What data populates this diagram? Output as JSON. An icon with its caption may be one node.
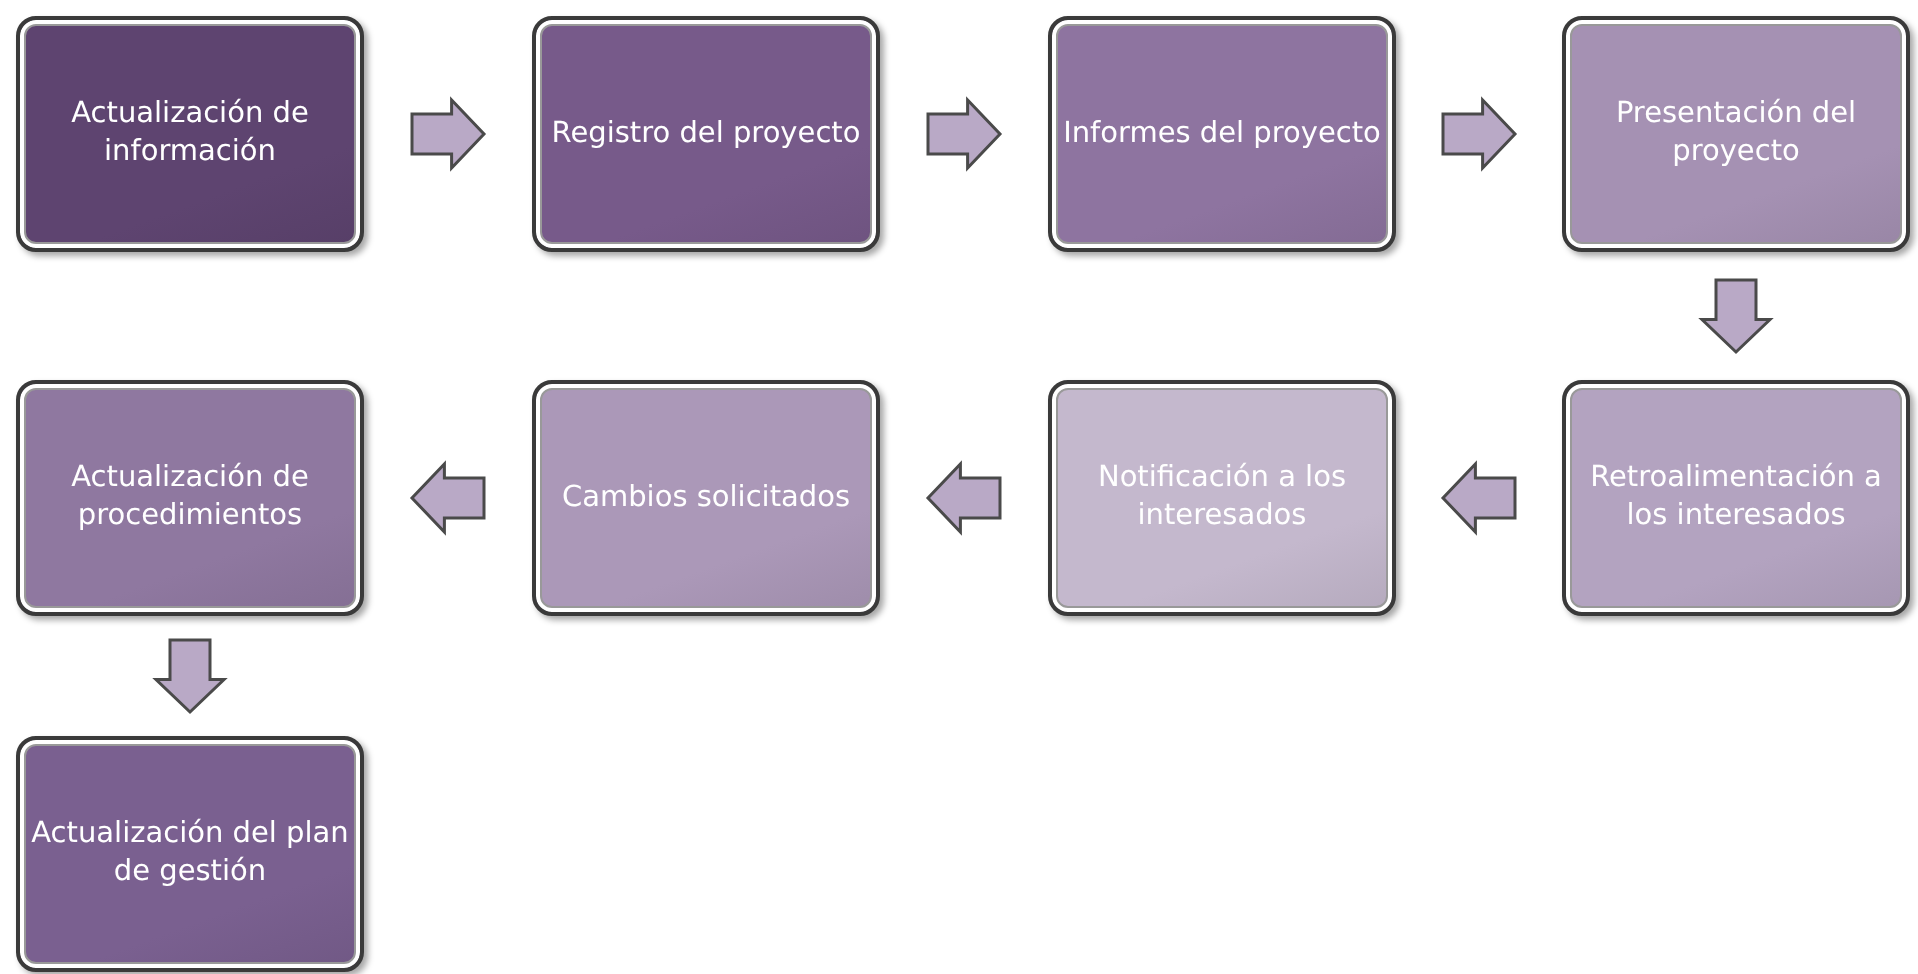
{
  "diagram": {
    "nodes": [
      {
        "text": [
          "Actualización de información"
        ]
      },
      {
        "text": [
          "Registro del proyecto"
        ]
      },
      {
        "text": [
          "Informes del proyecto"
        ]
      },
      {
        "text": [
          "Presentación del proyecto"
        ]
      },
      {
        "text": [
          "Retroalimentación a los interesados"
        ]
      },
      {
        "text": [
          "Notificación a los interesados"
        ]
      },
      {
        "text": [
          "Cambios solicitados"
        ]
      },
      {
        "text": [
          "Actualización de procedimientos"
        ]
      },
      {
        "text": [
          "Actualización del plan de gestión"
        ]
      }
    ],
    "edges": [
      {
        "from": 0,
        "to": 1,
        "arrow": "to"
      },
      {
        "from": 1,
        "to": 2,
        "arrow": "to"
      },
      {
        "from": 2,
        "to": 3,
        "arrow": "to"
      },
      {
        "from": 3,
        "to": 4,
        "arrow": "to"
      },
      {
        "from": 4,
        "to": 5,
        "arrow": "to"
      },
      {
        "from": 5,
        "to": 6,
        "arrow": "to"
      },
      {
        "from": 6,
        "to": 7,
        "arrow": "to"
      },
      {
        "from": 7,
        "to": 8,
        "arrow": "to"
      }
    ]
  }
}
